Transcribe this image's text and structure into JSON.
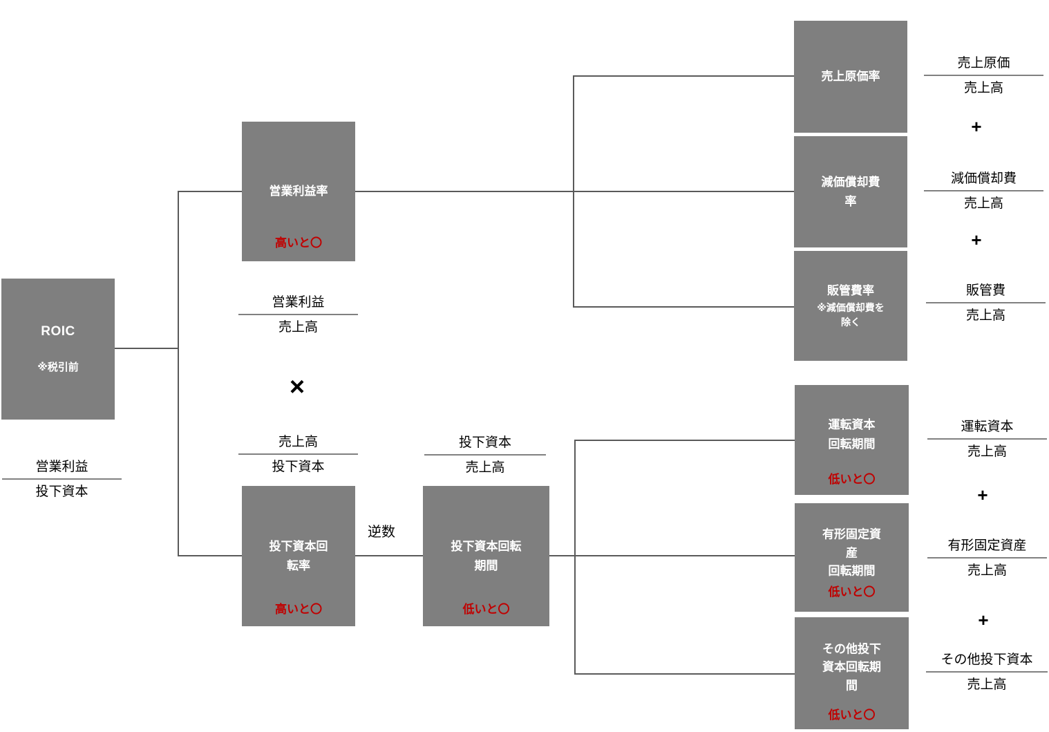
{
  "colors": {
    "box_background": "#7f7f7f",
    "box_text": "#ffffff",
    "note_red": "#c00000",
    "connector_line": "#595959",
    "fraction_line": "#808080",
    "text_black": "#000000"
  },
  "nodes": {
    "roic": {
      "title": "ROIC",
      "subtitle": "※税引前"
    },
    "op_margin": {
      "label": "営業利益率",
      "note": "高いと〇"
    },
    "cap_turnover": {
      "label": [
        "投下資本回",
        "転率"
      ],
      "note": "高いと〇"
    },
    "cap_period": {
      "label": [
        "投下資本回転",
        "期間"
      ],
      "note": "低いと〇"
    },
    "cogs_ratio": {
      "label": "売上原価率"
    },
    "depr_ratio": {
      "label": [
        "減価償却費",
        "率"
      ]
    },
    "sga_ratio": {
      "label": "販管費率",
      "sublabel": [
        "※減価償却費を",
        "除く"
      ]
    },
    "wc_period": {
      "label": [
        "運転資本",
        "回転期間"
      ],
      "note": "低いと〇"
    },
    "tangible_period": {
      "label": [
        "有形固定資",
        "産",
        "回転期間"
      ],
      "note": "低いと〇"
    },
    "other_period": {
      "label": [
        "その他投下",
        "資本回転期",
        "間"
      ],
      "note": "低いと〇"
    }
  },
  "fractions": {
    "roic": {
      "num": "営業利益",
      "den": "投下資本"
    },
    "op_margin": {
      "num": "営業利益",
      "den": "売上高"
    },
    "cap_turnover": {
      "num": "売上高",
      "den": "投下資本"
    },
    "cap_period": {
      "num": "投下資本",
      "den": "売上高"
    },
    "cogs": {
      "num": "売上原価",
      "den": "売上高"
    },
    "depr": {
      "num": "減価償却費",
      "den": "売上高"
    },
    "sga": {
      "num": "販管費",
      "den": "売上高"
    },
    "wc": {
      "num": "運転資本",
      "den": "売上高"
    },
    "tangible": {
      "num": "有形固定資産",
      "den": "売上高"
    },
    "other": {
      "num": "その他投下資本",
      "den": "売上高"
    }
  },
  "operators": {
    "multiply": "×",
    "plus": "+",
    "inverse": "逆数"
  }
}
